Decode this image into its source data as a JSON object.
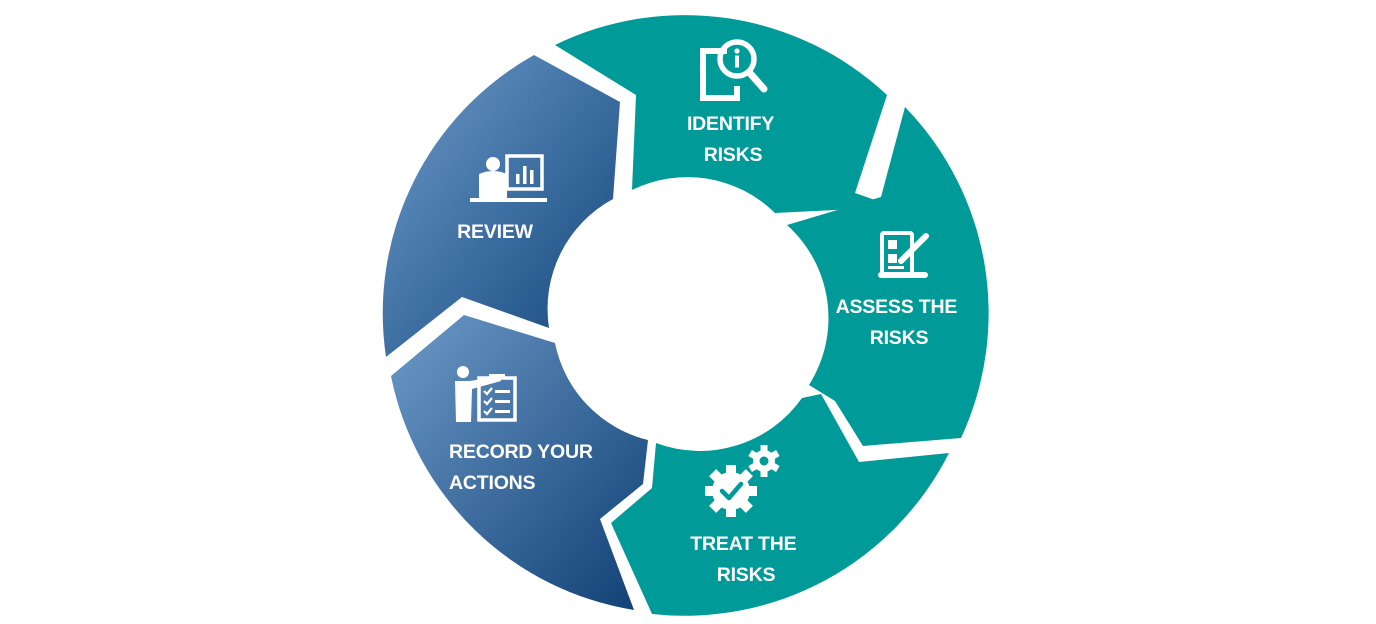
{
  "colors": {
    "teal": "#009a98",
    "blue_dark": "#12457c",
    "blue_light": "#6d9bc9",
    "text": "#ffffff",
    "background": "#ffffff"
  },
  "steps": [
    {
      "id": "identify",
      "icon": "document-magnifier-icon",
      "lines": [
        "IDENTIFY",
        "RISKS"
      ]
    },
    {
      "id": "assess",
      "icon": "checklist-pen-icon",
      "lines": [
        "ASSESS THE",
        "RISKS"
      ]
    },
    {
      "id": "treat",
      "icon": "gears-check-icon",
      "lines": [
        "TREAT THE",
        "RISKS"
      ]
    },
    {
      "id": "record",
      "icon": "presenter-checklist-icon",
      "lines": [
        "RECORD YOUR",
        "ACTIONS"
      ]
    },
    {
      "id": "review",
      "icon": "presenter-chart-icon",
      "lines": [
        "REVIEW"
      ]
    }
  ]
}
